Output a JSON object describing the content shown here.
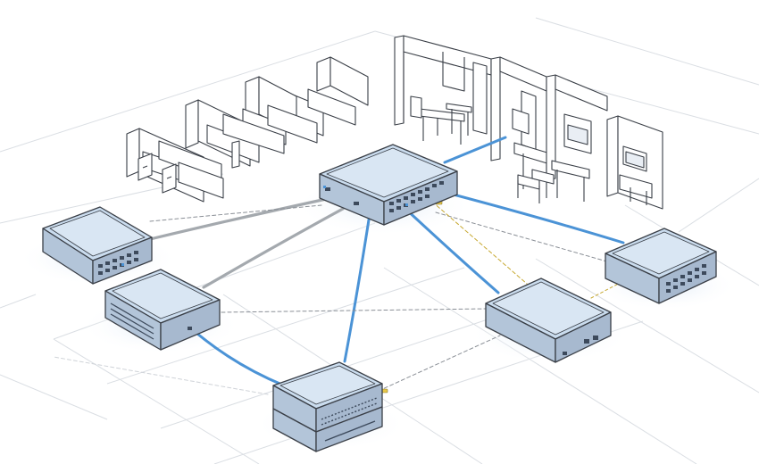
{
  "diagram": {
    "style": "isometric line sketch, no visible text",
    "colors": {
      "background": "#ffffff",
      "sketch_line": "#3a3f47",
      "floor_grid": "#d9dde2",
      "device_top": "#c9d9ec",
      "device_side": "#aebfd4",
      "port": "#3d4a5c",
      "blue_cable": "#4b93d6",
      "gray_cable": "#9aa0a6",
      "dashed_link": "#8a8f96",
      "yellow_connector": "#e8c84a"
    },
    "nodes": [
      {
        "id": "core-switch",
        "kind": "central switch",
        "icon": "network-switch"
      },
      {
        "id": "switch-left-top",
        "kind": "access switch",
        "icon": "network-switch"
      },
      {
        "id": "switch-left-mid",
        "kind": "access switch",
        "icon": "network-switch"
      },
      {
        "id": "switch-bottom",
        "kind": "stacked switch",
        "icon": "network-switch"
      },
      {
        "id": "switch-right-mid",
        "kind": "access switch",
        "icon": "network-switch"
      },
      {
        "id": "switch-right",
        "kind": "access switch",
        "icon": "network-switch"
      }
    ],
    "areas": [
      {
        "id": "cubicle-rows",
        "kind": "office cubicles",
        "icon": "cubicle-icon"
      },
      {
        "id": "office-rooms",
        "kind": "rooms with desks and screens",
        "icon": "office-room-icon"
      }
    ],
    "links": [
      {
        "from": "core-switch",
        "to": "office-rooms",
        "style": "blue"
      },
      {
        "from": "core-switch",
        "to": "switch-left-top",
        "style": "gray"
      },
      {
        "from": "core-switch",
        "to": "switch-left-mid",
        "style": "gray"
      },
      {
        "from": "core-switch",
        "to": "switch-bottom",
        "style": "blue"
      },
      {
        "from": "core-switch",
        "to": "switch-right-mid",
        "style": "blue"
      },
      {
        "from": "core-switch",
        "to": "switch-right",
        "style": "blue"
      },
      {
        "from": "switch-left-mid",
        "to": "switch-bottom",
        "style": "blue"
      },
      {
        "from": "switch-left-top",
        "to": "core-switch",
        "style": "dashed"
      },
      {
        "from": "switch-left-mid",
        "to": "switch-right-mid",
        "style": "dashed"
      },
      {
        "from": "switch-bottom",
        "to": "switch-right-mid",
        "style": "dashed"
      },
      {
        "from": "switch-right-mid",
        "to": "switch-right",
        "style": "dashed-yellow"
      },
      {
        "from": "core-switch",
        "to": "switch-right-mid",
        "style": "dashed-yellow"
      },
      {
        "from": "core-switch",
        "to": "switch-right",
        "style": "dashed"
      }
    ]
  }
}
